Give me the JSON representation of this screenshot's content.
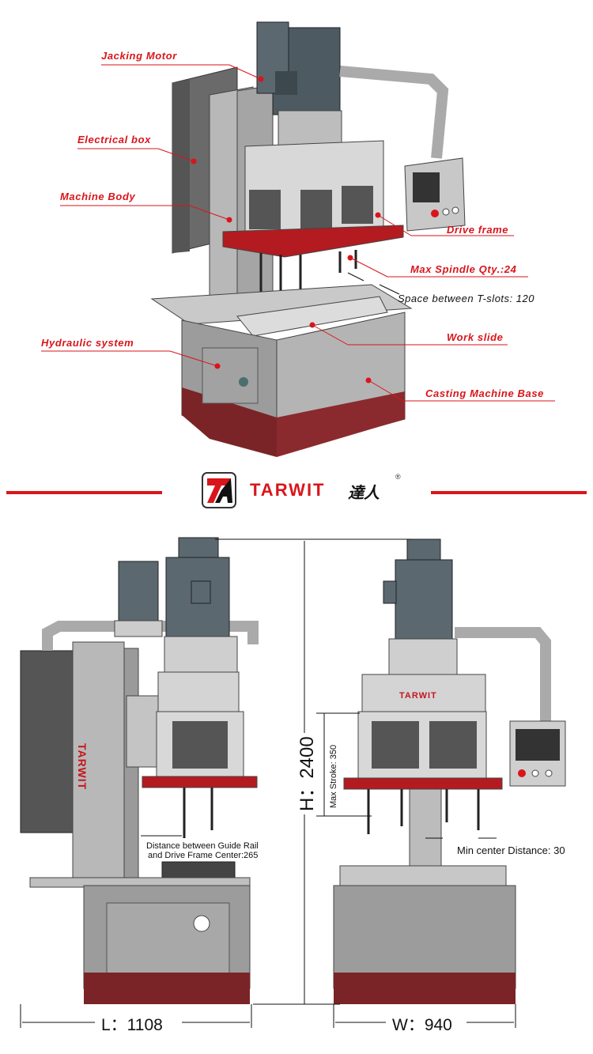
{
  "labels": {
    "jacking_motor": "Jacking Motor",
    "electrical_box": "Electrical box",
    "machine_body": "Machine Body",
    "drive_frame": "Drive frame",
    "max_spindle": "Max Spindle Qty.:24",
    "t_slots": "Space between T-slots: 120",
    "hydraulic": "Hydraulic system",
    "work_slide": "Work slide",
    "casting_base": "Casting Machine Base"
  },
  "brand": {
    "name": "TARWIT",
    "chinese": "達人",
    "registered": "®",
    "logo_mark": "TA"
  },
  "dimensions": {
    "height": "H：2400",
    "length": "L：1108",
    "width": "W：940",
    "max_stroke": "Max Stroke: 350",
    "min_center": "Min center Distance: 30",
    "guide_rail_line1": "Distance between Guide Rail",
    "guide_rail_line2": "and Drive Frame Center:265"
  },
  "colors": {
    "accent": "#d9151b",
    "base_red": "#7a2428",
    "machine_gray": "#9a9a9a"
  }
}
